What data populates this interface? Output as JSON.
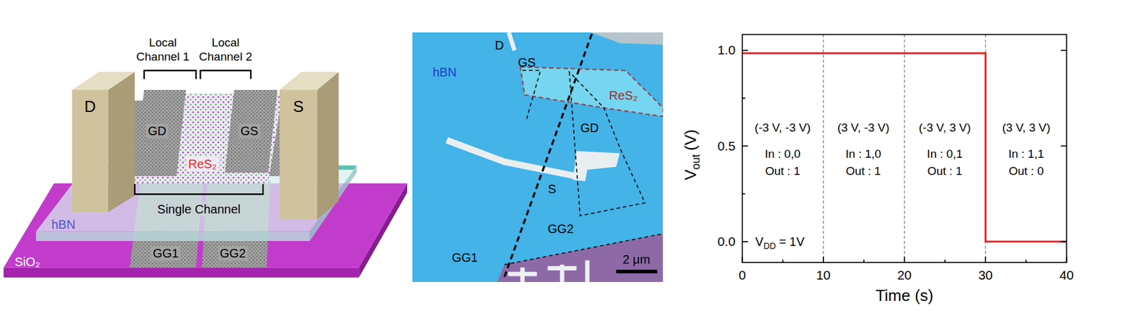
{
  "diagram": {
    "nodes": [
      {
        "text": [
          "D"
        ]
      },
      {
        "text": [
          "S"
        ]
      }
    ],
    "labels": [
      "Local Channel 1",
      "Local Channel 2",
      "GD",
      "GS",
      "ReS₂",
      "Single Channel",
      "hBN",
      "GG1",
      "GG2",
      "SiO₂",
      "D",
      "GS",
      "hBN",
      "ReS₂",
      "GD",
      "S",
      "GG2",
      "GG1",
      "2 μm",
      "1.0",
      "0.5",
      "0.0",
      "0",
      "10",
      "20",
      "30",
      "40",
      "Time (s)",
      "V",
      "out",
      "(V)",
      "(-3 V, -3 V)",
      "In : 0,0",
      "Out : 1",
      "(3 V, -3 V)",
      "In : 1,0",
      "Out : 1",
      "(-3 V, 3 V)",
      "In : 0,1",
      "Out : 1",
      "(3 V, 3 V)",
      "In : 1,1",
      "Out : 0",
      "V",
      "DD",
      "= 1V"
    ]
  }
}
